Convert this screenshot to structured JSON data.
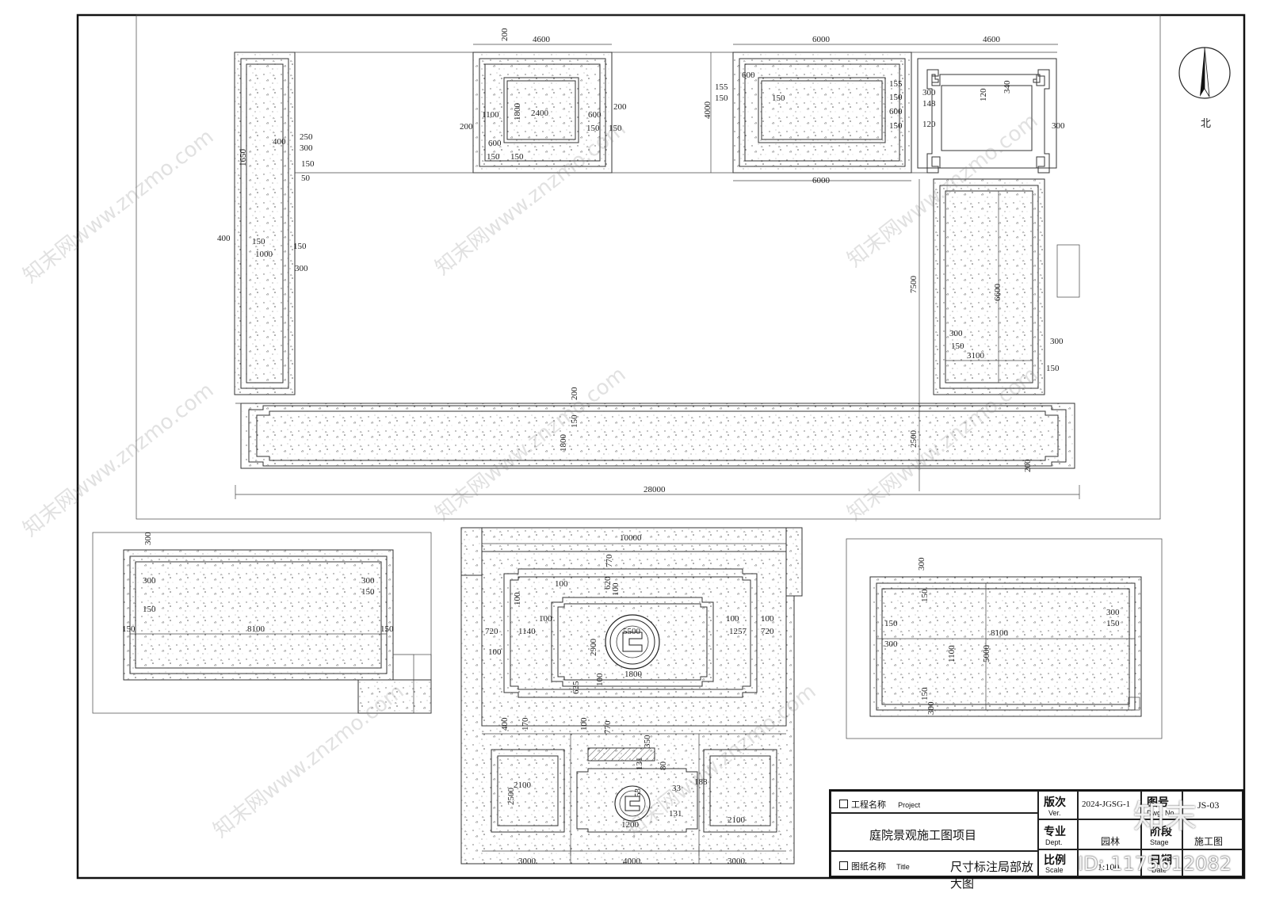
{
  "north": {
    "label": "北"
  },
  "titleblock": {
    "project_label": "工程名称",
    "project_label_en": "Project",
    "project_name": "庭院景观施工图项目",
    "title_label": "图纸名称",
    "title_label_en": "Title",
    "drawing_title": "尺寸标注局部放大图",
    "version_label": "版次",
    "version_label_en": "Ver.",
    "version_value": "2024-JGSG-1",
    "dwgno_label": "图号",
    "dwgno_label_en": "Dwg. No",
    "dwgno_value": "JS-03",
    "dept_label": "专业",
    "dept_label_en": "Dept.",
    "dept_value": "园林",
    "stage_label": "阶段",
    "stage_label_en": "Stage",
    "stage_value": "施工图",
    "scale_label": "比例",
    "scale_label_en": "Scale",
    "scale_value": "1:100",
    "date_label": "日期",
    "date_label_en": "Date"
  },
  "watermark": {
    "text": "知末网www.znzmo.com",
    "brand": "知末",
    "id": "ID: 1175612082"
  },
  "dimensions": {
    "top": {
      "overall_width": "28000",
      "bed_a_width": "4600",
      "bed_b_width": "6000",
      "bed_b_width_bottom": "6000",
      "bed_c_width": "4600",
      "bed_b_height": "4000",
      "right_bed_height": "7500",
      "bottom_strip_height": "2500",
      "bottom_strip_inner": "1800",
      "left_bed_width": "400",
      "left_bed_inner": "1000",
      "right_bed_inner_h": "6600",
      "right_bed_inner_w": "3100",
      "bed_a_inner": "2400",
      "bed_a_h1": "1100",
      "bed_a_h2": "1800",
      "bed_b_off1": "155",
      "bed_b_off2": "150",
      "fret_340": "340",
      "fret_120": "120",
      "fret_148": "148",
      "v_150": "150",
      "v_200": "200",
      "v_300": "300",
      "v_600": "600",
      "v_250": "250",
      "v_1650": "1650",
      "v_50": "50",
      "v_400": "400"
    },
    "left_panel": {
      "width": "8100",
      "v300": "300",
      "v150": "150"
    },
    "center_panel": {
      "overall_width": "10000",
      "inner_width": "5500",
      "inner_height": "2900",
      "medallion_width": "1800",
      "v1140": "1140",
      "v1257": "1257",
      "v720": "720",
      "v100": "100",
      "v620": "620",
      "v770": "770",
      "v635": "635",
      "v170": "170",
      "v400": "400",
      "w3000a": "3000",
      "w4000": "4000",
      "w3000b": "3000",
      "v2100a": "2100",
      "v2100b": "2100",
      "v2500": "2500",
      "v1200": "1200",
      "v350": "350",
      "v131": "131",
      "v80": "80",
      "v188": "188",
      "v33": "33",
      "v53": "53"
    },
    "right_panel": {
      "width": "8100",
      "height": "5000",
      "inner_h": "1100",
      "v300": "300",
      "v150": "150"
    }
  }
}
